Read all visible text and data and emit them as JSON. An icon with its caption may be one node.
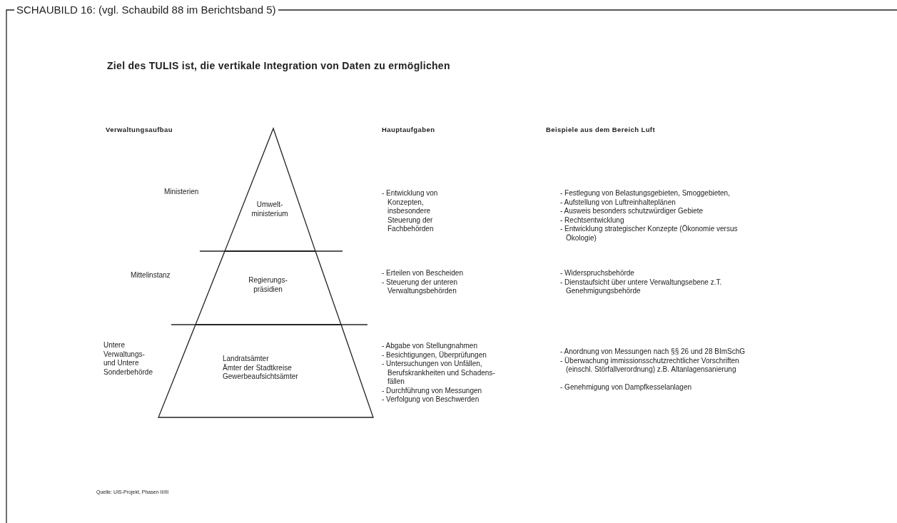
{
  "diagram": {
    "title": "SCHAUBILD 16: (vgl. Schaubild 88 im Berichtsband 5)",
    "caption": "Quelle: UIS-Projekt, Phasen II/III",
    "nodes": [
      {
        "text": [
          "Umwelt- ministerium"
        ],
        "beside": [
          "Ministerien"
        ]
      },
      {
        "text": [
          "Regierungs- präsidien"
        ],
        "beside": [
          "Mittelinstanz"
        ]
      },
      {
        "text": [
          "Landratsämter",
          "Ämter der Stadtkreise",
          "Gewerbeaufsichtsämter"
        ],
        "beside": [
          "Untere Verwaltungs- und Untere Sonderbehörde"
        ]
      }
    ],
    "edges": [],
    "labels": [
      "Ziel des TULIS ist, die vertikale Integration von Daten zu ermöglichen",
      "Verwaltungsaufbau",
      "Hauptaufgaben",
      "Beispiele aus dem Bereich Luft",
      "- Entwicklung von Konzepten, insbesondere Steuerung der Fachbehörden",
      "- Festlegung von Belastungsgebieten, Smoggebieten,",
      "- Aufstellung von Luftreinhalteplänen",
      "- Ausweis besonders schutzwürdiger Gebiete",
      "- Rechtsentwicklung",
      "- Entwicklung strategischer Konzepte (Ökonomie versus Ökologie)",
      "- Erteilen von Bescheiden",
      "- Steuerung der unteren Verwaltungsbehörden",
      "- Widerspruchsbehörde",
      "- Dienstaufsicht über untere Verwaltungsebene z.T. Genehmigungsbehörde",
      "- Abgabe von Stellungnahmen",
      "- Besichtigungen, Überprüfungen",
      "- Untersuchungen von Unfällen, Berufskrankheiten und Schadens- fällen",
      "- Durchführung von Messungen",
      "- Verfolgung von Beschwerden",
      "- Anordnung von Messungen nach §§ 26 und 28 BImSchG",
      "- Überwachung immissionsschutzrechtlicher Vorschriften (einschl. Störfallverordnung) z.B. Altanlagensanierung",
      "- Genehmigung von Dampfkesselanlagen"
    ]
  }
}
